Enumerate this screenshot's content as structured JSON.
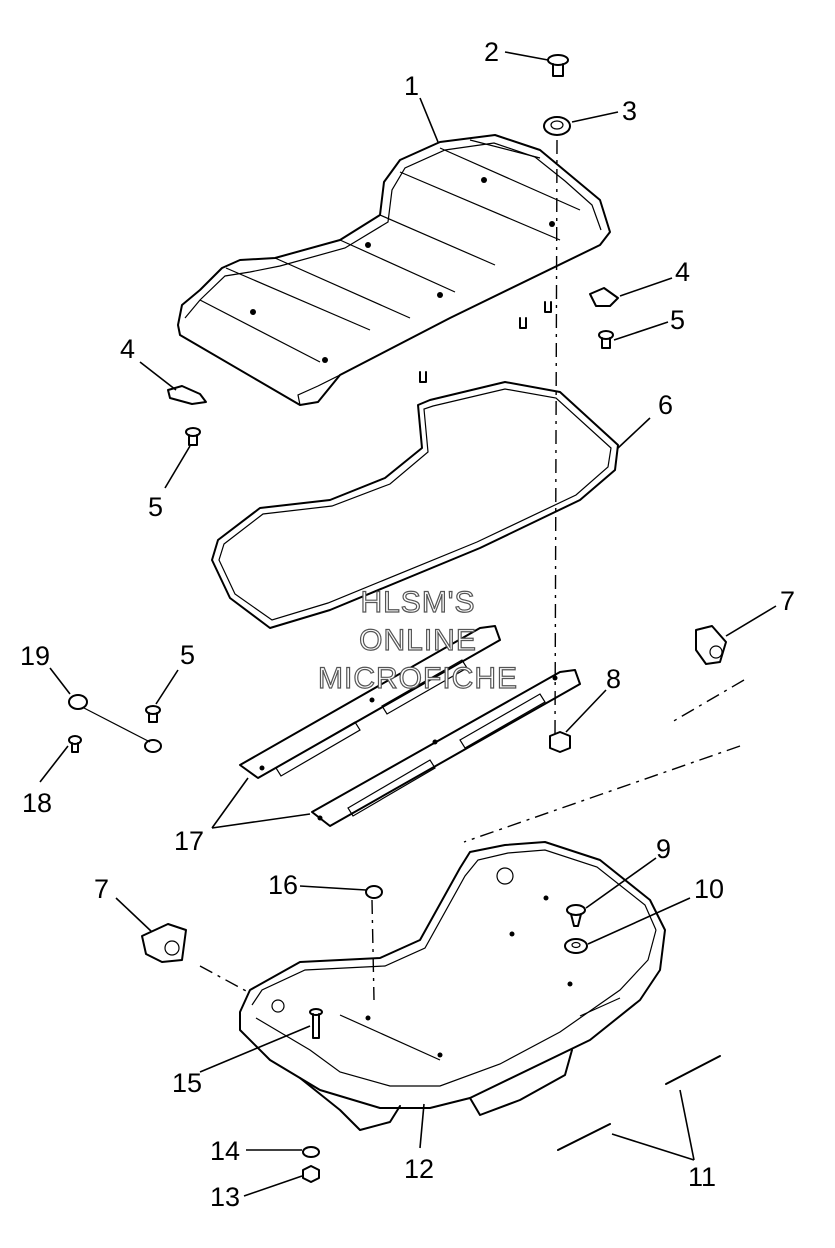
{
  "watermark": {
    "line1": "HLSM'S",
    "line2": "ONLINE",
    "line3": "MICROFICHE"
  },
  "callouts": {
    "c1": "1",
    "c2": "2",
    "c3": "3",
    "c4a": "4",
    "c4b": "4",
    "c5a": "5",
    "c5b": "5",
    "c5c": "5",
    "c6": "6",
    "c7a": "7",
    "c7b": "7",
    "c8": "8",
    "c9": "9",
    "c10": "10",
    "c11": "11",
    "c12": "12",
    "c13": "13",
    "c14": "14",
    "c15": "15",
    "c16": "16",
    "c17": "17",
    "c18": "18",
    "c19": "19"
  }
}
